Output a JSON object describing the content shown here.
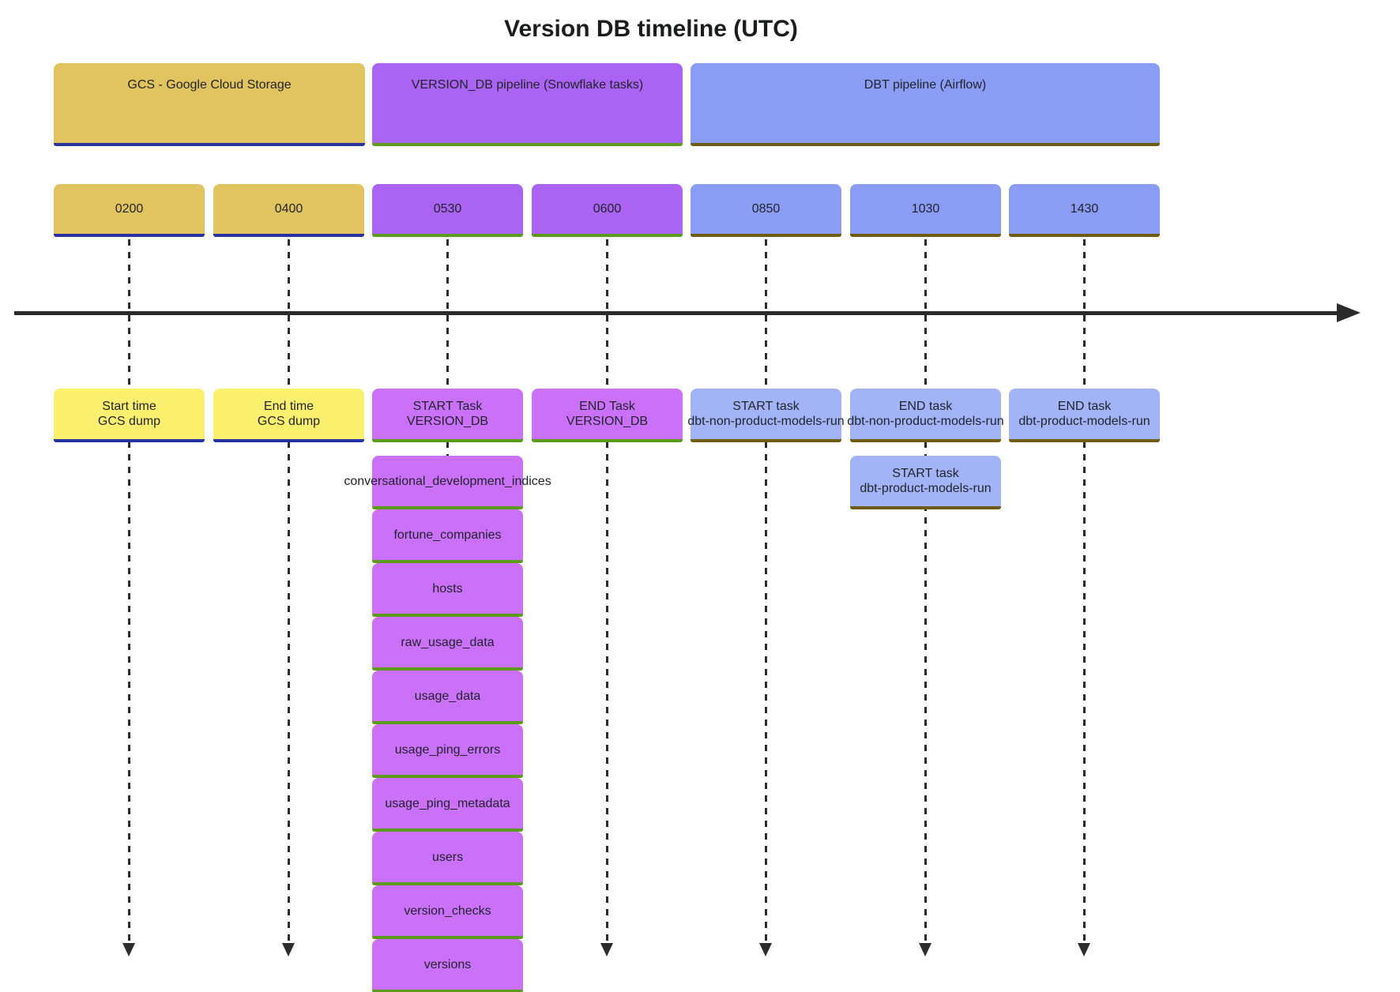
{
  "title": "Version DB timeline (UTC)",
  "colors": {
    "gold": "#e1c35f",
    "gold-accent": "#2832a0",
    "gold-light": "#faf06e",
    "purple": "#aa63f2",
    "purple-accent": "#5c9a1e",
    "purple-light": "#cb70f8",
    "blue": "#8b9cf5",
    "blue-accent": "#6e5c12",
    "blue-light": "#a2b3f7",
    "ink": "#2b2b2b",
    "text": "#1f2328"
  },
  "sections": [
    {
      "label": "GCS - Google Cloud Storage"
    },
    {
      "label": "VERSION_DB pipeline (Snowflake tasks)"
    },
    {
      "label": "DBT pipeline (Airflow)"
    }
  ],
  "times": [
    "0200",
    "0400",
    "0530",
    "0600",
    "0850",
    "1030",
    "1430"
  ],
  "events": [
    {
      "line1": "Start time",
      "line2": "GCS dump"
    },
    {
      "line1": "End time",
      "line2": "GCS dump"
    },
    {
      "line1": "START Task",
      "line2": "VERSION_DB"
    },
    {
      "line1": "END Task",
      "line2": "VERSION_DB"
    },
    {
      "line1": "START task",
      "line2": "dbt-non-product-models-run"
    },
    {
      "line1": "END task",
      "line2": "dbt-non-product-models-run"
    },
    {
      "line1": "END task",
      "line2": "dbt-product-models-run"
    }
  ],
  "secondary_event": {
    "line1": "START task",
    "line2": "dbt-product-models-run"
  },
  "version_db_tables": [
    "conversational_development_indices",
    "fortune_companies",
    "hosts",
    "raw_usage_data",
    "usage_data",
    "usage_ping_errors",
    "usage_ping_metadata",
    "users",
    "version_checks",
    "versions"
  ]
}
